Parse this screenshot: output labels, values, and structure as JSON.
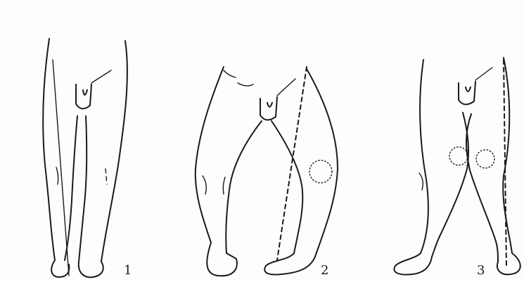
{
  "figures": [
    {
      "number": "1"
    },
    {
      "number": "2"
    },
    {
      "number": "3"
    }
  ]
}
